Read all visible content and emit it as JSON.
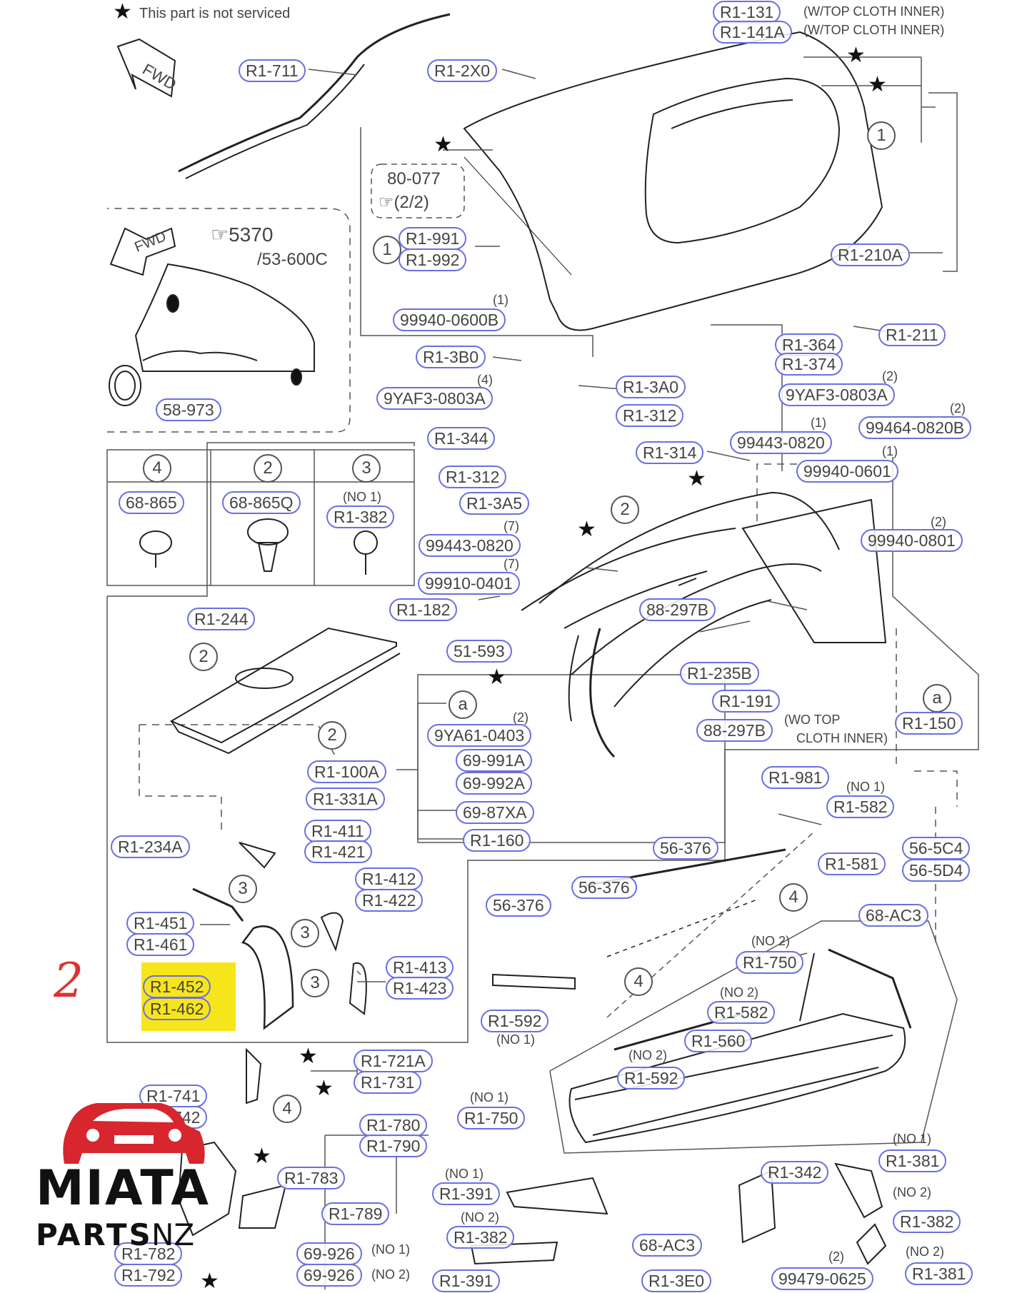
{
  "legend": {
    "star": "★",
    "text": "This part is not serviced"
  },
  "fwd_arrows": [
    "FWD",
    "FWD"
  ],
  "labels": [
    {
      "id": "r1-711",
      "text": "R1-711"
    },
    {
      "id": "r1-2x0",
      "text": "R1-2X0"
    },
    {
      "id": "r1-131",
      "text": "R1-131"
    },
    {
      "id": "r1-141a",
      "text": "R1-141A"
    },
    {
      "id": "r1-210a",
      "text": "R1-210A"
    },
    {
      "id": "r1-991",
      "text": "R1-991"
    },
    {
      "id": "r1-992",
      "text": "R1-992"
    },
    {
      "id": "99940-0600b",
      "text": "99940-0600B"
    },
    {
      "id": "58-973",
      "text": "58-973"
    },
    {
      "id": "r1-3b0",
      "text": "R1-3B0"
    },
    {
      "id": "9yaf3-0803a-l",
      "text": "9YAF3-0803A"
    },
    {
      "id": "r1-3a0",
      "text": "R1-3A0"
    },
    {
      "id": "r1-312-a",
      "text": "R1-312"
    },
    {
      "id": "r1-344",
      "text": "R1-344"
    },
    {
      "id": "r1-211",
      "text": "R1-211"
    },
    {
      "id": "r1-364",
      "text": "R1-364"
    },
    {
      "id": "r1-374",
      "text": "R1-374"
    },
    {
      "id": "9yaf3-0803a-r",
      "text": "9YAF3-0803A"
    },
    {
      "id": "99443-0820-a",
      "text": "99443-0820"
    },
    {
      "id": "99464-0820b",
      "text": "99464-0820B"
    },
    {
      "id": "68-865",
      "text": "68-865"
    },
    {
      "id": "68-865q",
      "text": "68-865Q"
    },
    {
      "id": "r1-382-a",
      "text": "R1-382"
    },
    {
      "id": "r1-312-b",
      "text": "R1-312"
    },
    {
      "id": "r1-3a5",
      "text": "R1-3A5"
    },
    {
      "id": "r1-314",
      "text": "R1-314"
    },
    {
      "id": "99940-0601",
      "text": "99940-0601"
    },
    {
      "id": "99443-0820-b",
      "text": "99443-0820"
    },
    {
      "id": "99940-0801",
      "text": "99940-0801"
    },
    {
      "id": "99910-0401",
      "text": "99910-0401"
    },
    {
      "id": "r1-244",
      "text": "R1-244"
    },
    {
      "id": "r1-182",
      "text": "R1-182"
    },
    {
      "id": "88-297b-a",
      "text": "88-297B"
    },
    {
      "id": "51-593",
      "text": "51-593"
    },
    {
      "id": "r1-235b",
      "text": "R1-235B"
    },
    {
      "id": "r1-191",
      "text": "R1-191"
    },
    {
      "id": "9ya61-0403",
      "text": "9YA61-0403"
    },
    {
      "id": "88-297b-b",
      "text": "88-297B"
    },
    {
      "id": "r1-150",
      "text": "R1-150"
    },
    {
      "id": "69-991a",
      "text": "69-991A"
    },
    {
      "id": "r1-100a",
      "text": "R1-100A"
    },
    {
      "id": "69-992a",
      "text": "69-992A"
    },
    {
      "id": "r1-981",
      "text": "R1-981"
    },
    {
      "id": "r1-331a",
      "text": "R1-331A"
    },
    {
      "id": "69-87xa",
      "text": "69-87XA"
    },
    {
      "id": "r1-582-a",
      "text": "R1-582"
    },
    {
      "id": "r1-234a",
      "text": "R1-234A"
    },
    {
      "id": "r1-411",
      "text": "R1-411"
    },
    {
      "id": "r1-421",
      "text": "R1-421"
    },
    {
      "id": "r1-160",
      "text": "R1-160"
    },
    {
      "id": "56-376-a",
      "text": "56-376"
    },
    {
      "id": "56-5c4",
      "text": "56-5C4"
    },
    {
      "id": "r1-581",
      "text": "R1-581"
    },
    {
      "id": "56-5d4",
      "text": "56-5D4"
    },
    {
      "id": "r1-412",
      "text": "R1-412"
    },
    {
      "id": "r1-422",
      "text": "R1-422"
    },
    {
      "id": "56-376-b",
      "text": "56-376"
    },
    {
      "id": "56-376-c",
      "text": "56-376"
    },
    {
      "id": "68-ac3-a",
      "text": "68-AC3"
    },
    {
      "id": "r1-451",
      "text": "R1-451"
    },
    {
      "id": "r1-461",
      "text": "R1-461"
    },
    {
      "id": "r1-413",
      "text": "R1-413"
    },
    {
      "id": "r1-750-a",
      "text": "R1-750"
    },
    {
      "id": "r1-423",
      "text": "R1-423"
    },
    {
      "id": "r1-452",
      "text": "R1-452"
    },
    {
      "id": "r1-462",
      "text": "R1-462"
    },
    {
      "id": "r1-582-b",
      "text": "R1-582"
    },
    {
      "id": "r1-592-a",
      "text": "R1-592"
    },
    {
      "id": "r1-560",
      "text": "R1-560"
    },
    {
      "id": "r1-721a",
      "text": "R1-721A"
    },
    {
      "id": "r1-731",
      "text": "R1-731"
    },
    {
      "id": "r1-592-b",
      "text": "R1-592"
    },
    {
      "id": "r1-741",
      "text": "R1-741"
    },
    {
      "id": "r1-742",
      "text": "R1-742"
    },
    {
      "id": "r1-750-b",
      "text": "R1-750"
    },
    {
      "id": "r1-780",
      "text": "R1-780"
    },
    {
      "id": "r1-790",
      "text": "R1-790"
    },
    {
      "id": "r1-381-a",
      "text": "R1-381"
    },
    {
      "id": "r1-783",
      "text": "R1-783"
    },
    {
      "id": "r1-342",
      "text": "R1-342"
    },
    {
      "id": "r1-391-a",
      "text": "R1-391"
    },
    {
      "id": "r1-789",
      "text": "R1-789"
    },
    {
      "id": "r1-382-b",
      "text": "R1-382"
    },
    {
      "id": "r1-382-c",
      "text": "R1-382"
    },
    {
      "id": "68-ac3-b",
      "text": "68-AC3"
    },
    {
      "id": "r1-782",
      "text": "R1-782"
    },
    {
      "id": "69-926-a",
      "text": "69-926"
    },
    {
      "id": "r1-792",
      "text": "R1-792"
    },
    {
      "id": "69-926-b",
      "text": "69-926"
    },
    {
      "id": "r1-391-b",
      "text": "R1-391"
    },
    {
      "id": "r1-3e0",
      "text": "R1-3E0"
    },
    {
      "id": "99479-0625",
      "text": "99479-0625"
    },
    {
      "id": "r1-381-b",
      "text": "R1-381"
    }
  ],
  "notes": [
    {
      "id": "wtop-1",
      "text": "(W/TOP CLOTH INNER)"
    },
    {
      "id": "wtop-2",
      "text": "(W/TOP CLOTH INNER)"
    },
    {
      "id": "ref-80077",
      "text": "80-077"
    },
    {
      "id": "ref-22",
      "text": "☞(2/2)"
    },
    {
      "id": "ref-5370",
      "text": "☞5370"
    },
    {
      "id": "ref-53600c",
      "text": "/53-600C"
    },
    {
      "id": "q1-a",
      "text": "(1)"
    },
    {
      "id": "q4-a",
      "text": "(4)"
    },
    {
      "id": "q2-a",
      "text": "(2)"
    },
    {
      "id": "q1-b",
      "text": "(1)"
    },
    {
      "id": "q2-b",
      "text": "(2)"
    },
    {
      "id": "q1-c",
      "text": "(1)"
    },
    {
      "id": "q7-a",
      "text": "(7)"
    },
    {
      "id": "q7-b",
      "text": "(7)"
    },
    {
      "id": "q2-c",
      "text": "(2)"
    },
    {
      "id": "q2-d",
      "text": "(2)"
    },
    {
      "id": "no1-a",
      "text": "(NO 1)"
    },
    {
      "id": "no1-b",
      "text": "(NO 1)"
    },
    {
      "id": "wotop-1",
      "text": "(WO TOP"
    },
    {
      "id": "wotop-2",
      "text": "CLOTH INNER)"
    },
    {
      "id": "no2-a",
      "text": "(NO 2)"
    },
    {
      "id": "no2-b",
      "text": "(NO 2)"
    },
    {
      "id": "no1-c",
      "text": "(NO 1)"
    },
    {
      "id": "no2-c",
      "text": "(NO 2)"
    },
    {
      "id": "no1-d",
      "text": "(NO 1)"
    },
    {
      "id": "no1-e",
      "text": "(NO 1)"
    },
    {
      "id": "no1-f",
      "text": "(NO 1)"
    },
    {
      "id": "no2-d",
      "text": "(NO 2)"
    },
    {
      "id": "no2-e",
      "text": "(NO 2)"
    },
    {
      "id": "q2-e",
      "text": "(2)"
    },
    {
      "id": "no1-g",
      "text": "(NO 1)"
    },
    {
      "id": "no2-f",
      "text": "(NO 2)"
    },
    {
      "id": "no2-g",
      "text": "(NO 2)"
    }
  ],
  "callout_circles": [
    {
      "id": "c1-a",
      "text": "1"
    },
    {
      "id": "c1-b",
      "text": "1"
    },
    {
      "id": "c4-box",
      "text": "4"
    },
    {
      "id": "c2-box",
      "text": "2"
    },
    {
      "id": "c3-box",
      "text": "3"
    },
    {
      "id": "c2-a",
      "text": "2"
    },
    {
      "id": "c2-b",
      "text": "2"
    },
    {
      "id": "c2-c",
      "text": "2"
    },
    {
      "id": "ca-a",
      "text": "a"
    },
    {
      "id": "ca-b",
      "text": "a"
    },
    {
      "id": "c3-a",
      "text": "3"
    },
    {
      "id": "c3-b",
      "text": "3"
    },
    {
      "id": "c3-c",
      "text": "3"
    },
    {
      "id": "c4-a",
      "text": "4"
    },
    {
      "id": "c4-b",
      "text": "4"
    },
    {
      "id": "c4-c",
      "text": "4"
    }
  ],
  "annotation": {
    "handwritten": "2",
    "highlight_color": "#f7e51c",
    "ink_color": "#e0312f"
  },
  "logo": {
    "line1": "MIATA",
    "line2": "PARTS",
    "line3": "NZ",
    "car_color": "#d8262e"
  }
}
